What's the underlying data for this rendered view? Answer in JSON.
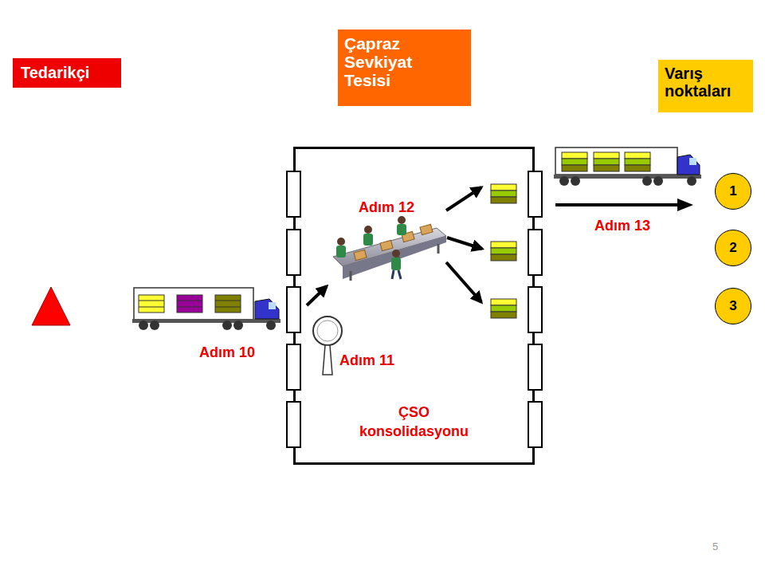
{
  "diagram": {
    "nodes": [
      {
        "text": [
          "Çapraz Sevkiyat Tesisi"
        ]
      },
      {
        "text": [
          "Tedarikçi"
        ]
      },
      {
        "text": [
          "Varış noktaları"
        ]
      },
      {
        "text": [
          "ÇSO konsolidasyonu"
        ]
      },
      {
        "text": [
          "1"
        ]
      },
      {
        "text": [
          "2"
        ]
      },
      {
        "text": [
          "3"
        ]
      }
    ],
    "labels": [
      "Adım 12",
      "Adım 13",
      "Adım 10",
      "Adım 11",
      "5"
    ]
  }
}
